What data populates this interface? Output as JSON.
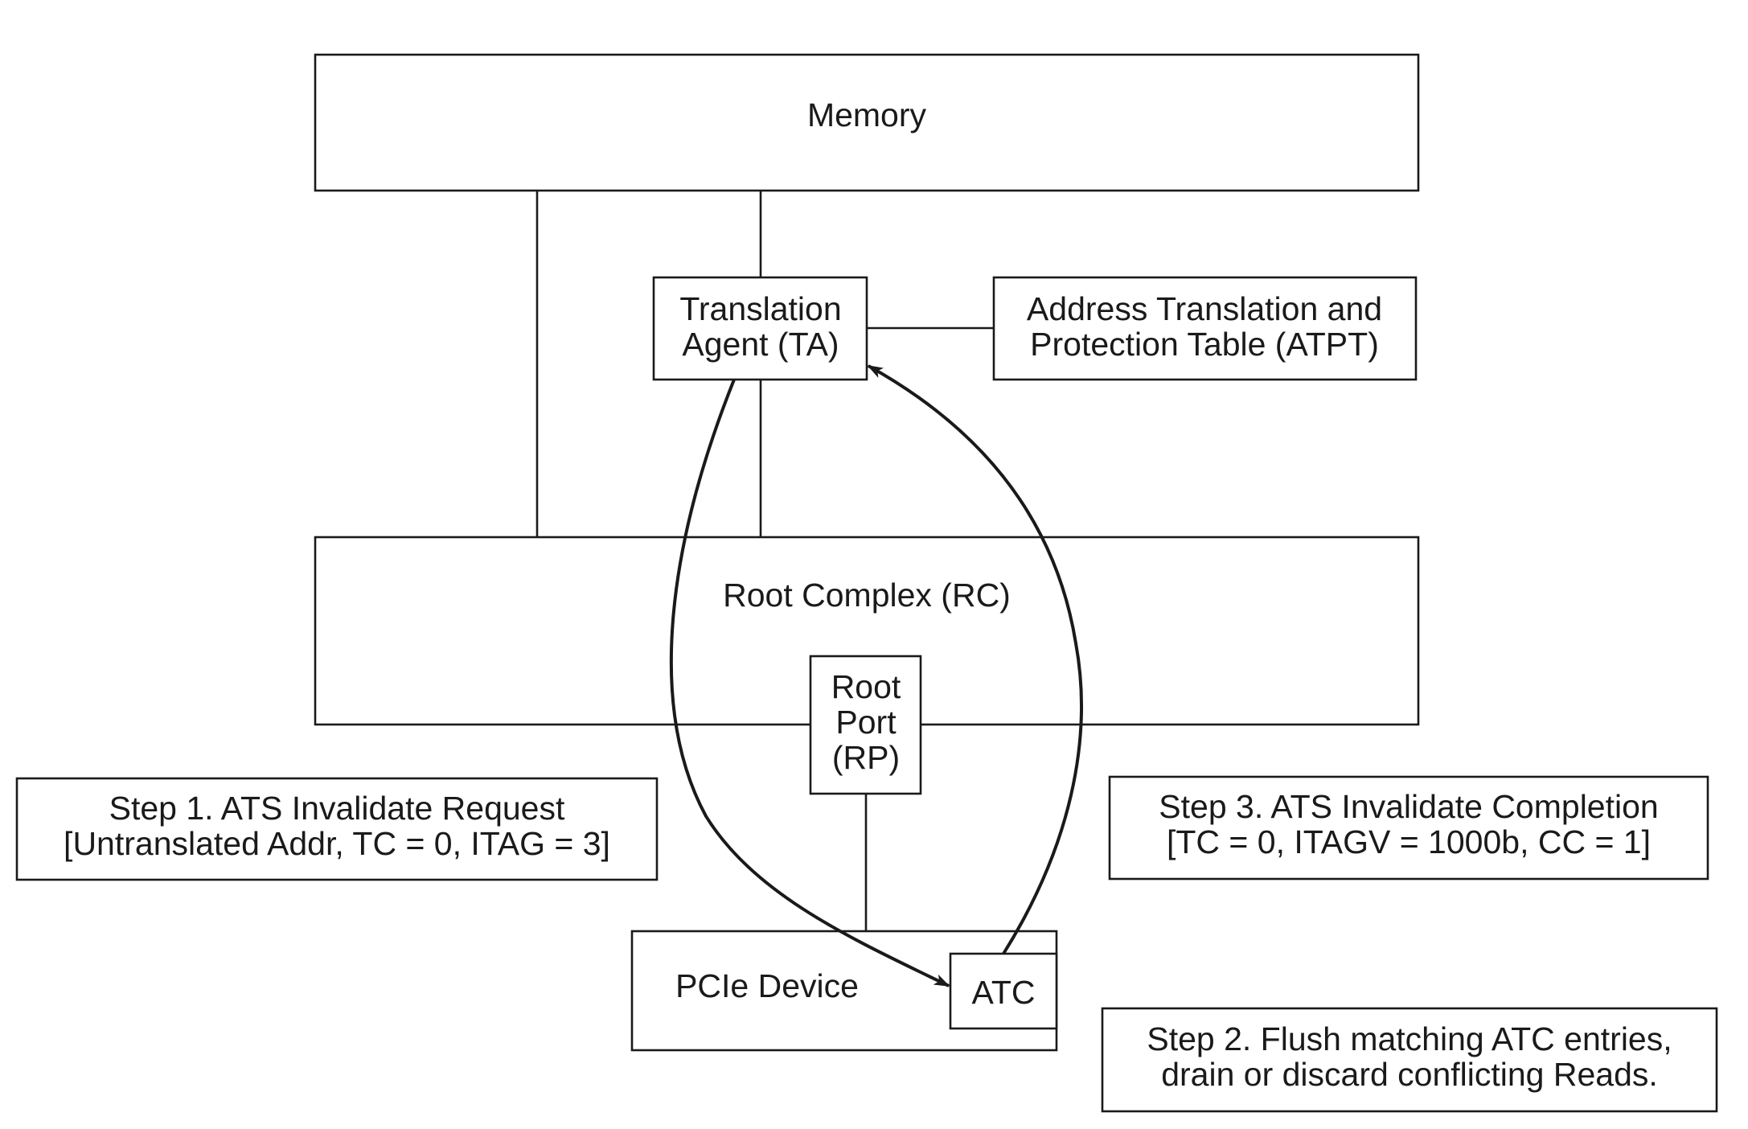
{
  "memory": {
    "label": "Memory"
  },
  "translation_agent": {
    "line1": "Translation",
    "line2": "Agent (TA)"
  },
  "atpt": {
    "line1": "Address Translation and",
    "line2": "Protection Table (ATPT)"
  },
  "root_complex": {
    "label": "Root Complex (RC)"
  },
  "root_port": {
    "line1": "Root",
    "line2": "Port",
    "line3": "(RP)"
  },
  "pcie_device": {
    "label": "PCIe Device"
  },
  "atc": {
    "label": "ATC"
  },
  "step1": {
    "line1": "Step 1. ATS Invalidate Request",
    "line2": "[Untranslated Addr, TC = 0, ITAG = 3]"
  },
  "step2": {
    "line1": "Step 2. Flush matching ATC entries,",
    "line2": "drain or discard conflicting Reads."
  },
  "step3": {
    "line1": "Step 3. ATS Invalidate Completion",
    "line2": "[TC = 0, ITAGV = 1000b, CC = 1]"
  },
  "colors": {
    "stroke": "#1a1a1a",
    "background": "#ffffff"
  }
}
